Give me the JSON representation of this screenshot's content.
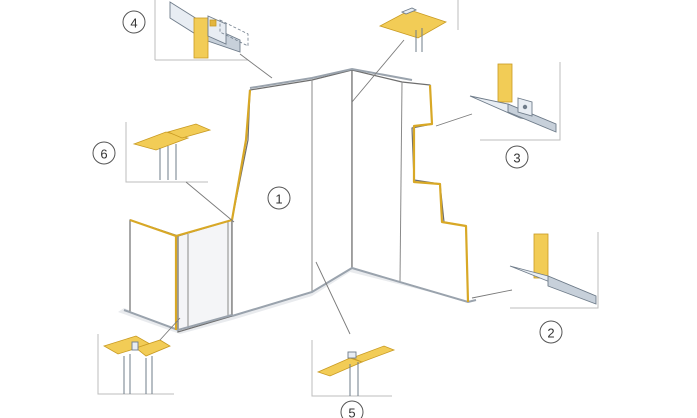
{
  "labels": {
    "callout_1": "1",
    "callout_2": "2",
    "callout_3": "3",
    "callout_4": "4",
    "callout_5": "5",
    "callout_6": "6"
  },
  "colors": {
    "board_edge": "#d8a826",
    "board_face": "#f2cc56",
    "metal_profile": "#e8edf3",
    "outline": "#6e6e6e"
  }
}
